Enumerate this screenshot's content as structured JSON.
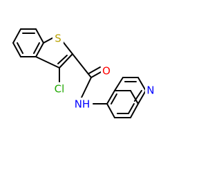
{
  "molecule": {
    "atom_labels": {
      "sulfur": "S",
      "oxygen": "O",
      "chlorine": "Cl",
      "amide_nitrogen": "NH",
      "ring_nitrogen": "N"
    }
  },
  "colors": {
    "bond": "#000000",
    "sulfur": "#b8a100",
    "oxygen": "#ff0000",
    "chlorine": "#1fa800",
    "nitrogen": "#0000ff",
    "background": "#ffffff"
  }
}
